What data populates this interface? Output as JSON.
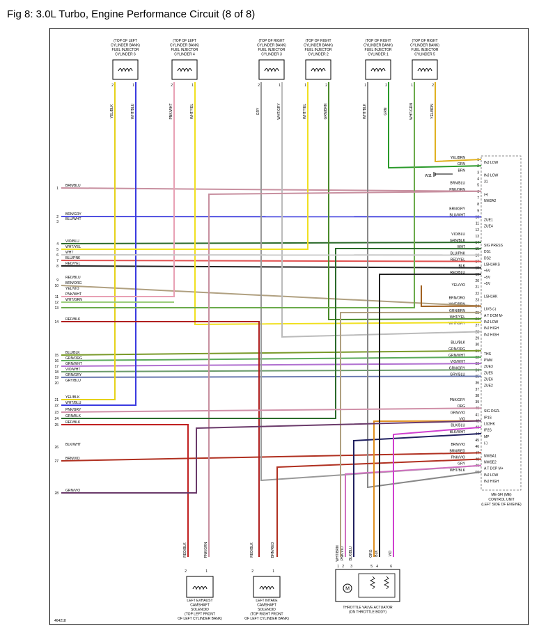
{
  "title": "Fig 8: 3.0L Turbo, Engine Performance Circuit (8 of 8)",
  "figure_number": "464218",
  "injectors": [
    {
      "lines": [
        "(TOP OF LEFT",
        "CYLINDER BANK)",
        "FUEL INJECTOR",
        "CYLINDER 6"
      ],
      "wires": [
        {
          "pin": "2",
          "color": "YEL/BLK",
          "stroke": "#e6d21a"
        },
        {
          "pin": "1",
          "color": "WHT/BLU",
          "stroke": "#3a3ae0"
        }
      ]
    },
    {
      "lines": [
        "(TOP OF LEFT",
        "CYLINDER BANK)",
        "FUEL INJECTOR",
        "CYLINDER 4"
      ],
      "wires": [
        {
          "pin": "2",
          "color": "PNK/WHT",
          "stroke": "#e8a0b4"
        },
        {
          "pin": "1",
          "color": "WHT/YEL",
          "stroke": "#f0e020"
        }
      ]
    },
    {
      "lines": [
        "(TOP OF RIGHT",
        "CYLINDER BANK)",
        "FUEL INJECTOR",
        "CYLINDER 3"
      ],
      "wires": [
        {
          "pin": "2",
          "color": "GRY",
          "stroke": "#999999"
        },
        {
          "pin": "1",
          "color": "WHT/GRY",
          "stroke": "#bbbbbb"
        }
      ]
    },
    {
      "lines": [
        "(TOP OF RIGHT",
        "CYLINDER BANK)",
        "FUEL INJECTOR",
        "CYLINDER 2"
      ],
      "wires": [
        {
          "pin": "1",
          "color": "WHT/YEL",
          "stroke": "#f0e020"
        },
        {
          "pin": "2",
          "color": "GRN/BRN",
          "stroke": "#4a8a2a"
        }
      ]
    },
    {
      "lines": [
        "(TOP OF RIGHT",
        "CYLINDER BANK)",
        "FUEL INJECTOR",
        "CYLINDER 1"
      ],
      "wires": [
        {
          "pin": "1",
          "color": "WHT/BLK",
          "stroke": "#888888"
        },
        {
          "pin": "2",
          "color": "GRN",
          "stroke": "#2a9a2a"
        }
      ]
    },
    {
      "lines": [
        "(TOP OF RIGHT",
        "CYLINDER BANK)",
        "FUEL INJECTOR",
        "CYLINDER 5"
      ],
      "wires": [
        {
          "pin": "1",
          "color": "WHT/GRN",
          "stroke": "#6aaa4a"
        },
        {
          "pin": "2",
          "color": "YEL/BRN",
          "stroke": "#e0b020"
        }
      ]
    }
  ],
  "left_pins": [
    {
      "num": "1",
      "label": "BRN/BLU",
      "stroke": "#303080"
    },
    {
      "num": "2",
      "label": "BRN/GRY",
      "stroke": "#6b5a3a"
    },
    {
      "num": "3",
      "label": "BLU/WHT",
      "stroke": "#5050e0"
    },
    {
      "num": "4",
      "label": "VIO/BLU",
      "stroke": "#5a2ab0"
    },
    {
      "num": "5",
      "label": "WHT/YEL",
      "stroke": "#f0e020"
    },
    {
      "num": "6",
      "label": "WHT",
      "stroke": "#c8c8c8"
    },
    {
      "num": "7",
      "label": "BLU/PNK",
      "stroke": "#6060d0"
    },
    {
      "num": "8",
      "label": "RED/YEL",
      "stroke": "#e05050"
    },
    {
      "num": "9",
      "label": "RED/BLU",
      "stroke": "#b03040"
    },
    {
      "num": "10",
      "label": "BRN/ORG",
      "stroke": "#a06020"
    },
    {
      "num": "",
      "label": "YEL/VIO",
      "stroke": "#e0d030"
    },
    {
      "num": "11",
      "label": "PNK/WHT",
      "stroke": "#e8a0b4"
    },
    {
      "num": "12",
      "label": "WHT/GRN",
      "stroke": "#9acd7a"
    },
    {
      "num": "13",
      "label": "",
      "stroke": ""
    },
    {
      "num": "14",
      "label": "RED/BLK",
      "stroke": "#b02020"
    },
    {
      "num": "15",
      "label": "BLU/BLK",
      "stroke": "#202080"
    },
    {
      "num": "16",
      "label": "GRN/ORG",
      "stroke": "#7a9a2a"
    },
    {
      "num": "17",
      "label": "GRN/WHT",
      "stroke": "#5aaa5a"
    },
    {
      "num": "18",
      "label": "VIO/WHT",
      "stroke": "#b070d0"
    },
    {
      "num": "19",
      "label": "GRN/GRY",
      "stroke": "#6a9a6a"
    },
    {
      "num": "20",
      "label": "GRY/BLU",
      "stroke": "#6a7ab0"
    },
    {
      "num": "21",
      "label": "YEL/BLK",
      "stroke": "#e6d21a"
    },
    {
      "num": "22",
      "label": "WHT/BLU",
      "stroke": "#3a3ae0"
    },
    {
      "num": "23",
      "label": "PNK/GRY",
      "stroke": "#d090a8"
    },
    {
      "num": "24",
      "label": "GRN/BLK",
      "stroke": "#2a6a2a"
    },
    {
      "num": "25",
      "label": "RED/BLK",
      "stroke": "#c02020"
    },
    {
      "num": "26",
      "label": "BLK/WHT",
      "stroke": "#555555"
    },
    {
      "num": "27",
      "label": "BRN/VIO",
      "stroke": "#8a2a5a"
    },
    {
      "num": "28",
      "label": "GRN/VIO",
      "stroke": "#6a3a6a"
    }
  ],
  "ecu": {
    "label_lines": [
      "ME-SFI (ME)",
      "CONTROL UNIT",
      "(LEFT SIDE OF ENGINE)"
    ],
    "ground_label": "W11",
    "pins": [
      {
        "n": "1",
        "wire": "YEL/BRN",
        "fn": "INJ LOW",
        "stroke": "#e0b020"
      },
      {
        "n": "2",
        "wire": "GRN",
        "fn": "",
        "stroke": "#2a9a2a"
      },
      {
        "n": "3",
        "wire": "BRN",
        "fn": "INJ LOW",
        "stroke": "#8a5a2a"
      },
      {
        "n": "4",
        "wire": "",
        "fn": "31",
        "stroke": ""
      },
      {
        "n": "5",
        "wire": "BRN/BLU",
        "fn": "",
        "stroke": "#303080"
      },
      {
        "n": "6",
        "wire": "PNK/GRN",
        "fn": "(+)",
        "stroke": "#c890a0"
      },
      {
        "n": "7",
        "wire": "",
        "fn": "NW2A2",
        "stroke": ""
      },
      {
        "n": "8",
        "wire": "",
        "fn": "",
        "stroke": ""
      },
      {
        "n": "9",
        "wire": "BRN/GRY",
        "fn": "",
        "stroke": "#6b5a3a"
      },
      {
        "n": "10",
        "wire": "BLU/WHT",
        "fn": "ZUE1",
        "stroke": "#5050e0"
      },
      {
        "n": "11",
        "wire": "",
        "fn": "ZUE4",
        "stroke": ""
      },
      {
        "n": "12",
        "wire": "",
        "fn": "",
        "stroke": ""
      },
      {
        "n": "13",
        "wire": "VIO/BLU",
        "fn": "",
        "stroke": "#5a2ab0"
      },
      {
        "n": "14",
        "wire": "GRN/BLK",
        "fn": "SIG PRESS",
        "stroke": "#2a6a2a"
      },
      {
        "n": "15",
        "wire": "WHT",
        "fn": "DS1",
        "stroke": "#c8c8c8"
      },
      {
        "n": "16",
        "wire": "BLU/PNK",
        "fn": "DS2",
        "stroke": "#6060d0"
      },
      {
        "n": "17",
        "wire": "RED/YEL",
        "fn": "LSH1HKS",
        "stroke": "#e05050"
      },
      {
        "n": "18",
        "wire": "BLK",
        "fn": "+5V",
        "stroke": "#222222"
      },
      {
        "n": "19",
        "wire": "RED/BLU",
        "fn": "+5V",
        "stroke": "#b03040"
      },
      {
        "n": "20",
        "wire": "",
        "fn": "+5V",
        "stroke": ""
      },
      {
        "n": "21",
        "wire": "YEL/VIO",
        "fn": "",
        "stroke": "#e0d030"
      },
      {
        "n": "22",
        "wire": "",
        "fn": "LSH1HK",
        "stroke": ""
      },
      {
        "n": "23",
        "wire": "BRN/ORG",
        "fn": "",
        "stroke": "#a06020"
      },
      {
        "n": "24",
        "wire": "WHT/BRN",
        "fn": "LIVS (-)",
        "stroke": "#b0a080"
      },
      {
        "n": "25",
        "wire": "GRN/BRN",
        "fn": "A T DCM M-",
        "stroke": "#4a8a2a"
      },
      {
        "n": "26",
        "wire": "WHT/YEL",
        "fn": "INJ LOW",
        "stroke": "#f0e020"
      },
      {
        "n": "27",
        "wire": "WHT/GRY",
        "fn": "INJ HIGH",
        "stroke": "#bbbbbb"
      },
      {
        "n": "28",
        "wire": "",
        "fn": "INJ HIGH",
        "stroke": ""
      },
      {
        "n": "29",
        "wire": "",
        "fn": "",
        "stroke": ""
      },
      {
        "n": "30",
        "wire": "BLU/BLK",
        "fn": "",
        "stroke": "#202080"
      },
      {
        "n": "31",
        "wire": "GRN/ORG",
        "fn": "THS",
        "stroke": "#7a9a2a"
      },
      {
        "n": "32",
        "wire": "GRN/WHT",
        "fn": "PWM",
        "stroke": "#5aaa5a"
      },
      {
        "n": "33",
        "wire": "VIO/WHT",
        "fn": "ZUE3",
        "stroke": "#b070d0"
      },
      {
        "n": "34",
        "wire": "GRN/GRY",
        "fn": "ZUE5",
        "stroke": "#6a9a6a"
      },
      {
        "n": "35",
        "wire": "GRY/BLU",
        "fn": "ZUE6",
        "stroke": "#6a7ab0"
      },
      {
        "n": "36",
        "wire": "",
        "fn": "ZUE2",
        "stroke": ""
      },
      {
        "n": "37",
        "wire": "",
        "fn": "",
        "stroke": ""
      },
      {
        "n": "38",
        "wire": "",
        "fn": "",
        "stroke": ""
      },
      {
        "n": "39",
        "wire": "PNK/GRY",
        "fn": "",
        "stroke": "#d090a8"
      },
      {
        "n": "40",
        "wire": "ORG",
        "fn": "SIG DSZL",
        "stroke": "#e09020"
      },
      {
        "n": "41",
        "wire": "GRN/VIO",
        "fn": "IP1S",
        "stroke": "#6a3a6a"
      },
      {
        "n": "42",
        "wire": "VIO",
        "fn": "LS2HK",
        "stroke": "#d040d0"
      },
      {
        "n": "43",
        "wire": "BLK/BLU",
        "fn": "IP2S",
        "stroke": "#202060"
      },
      {
        "n": "44",
        "wire": "BLK/WHT",
        "fn": "MP",
        "stroke": "#555555"
      },
      {
        "n": "45",
        "wire": "",
        "fn": "(-)",
        "stroke": ""
      },
      {
        "n": "46",
        "wire": "BRN/VIO",
        "fn": "",
        "stroke": "#8a2a5a"
      },
      {
        "n": "47",
        "wire": "BRN/RED",
        "fn": "NWSA1",
        "stroke": "#b03020"
      },
      {
        "n": "48",
        "wire": "PNK/VIO",
        "fn": "NWSE2",
        "stroke": "#d070c0"
      },
      {
        "n": "49",
        "wire": "GRY",
        "fn": "A T DCP M+",
        "stroke": "#999999"
      },
      {
        "n": "50",
        "wire": "WHT/BLK",
        "fn": "INJ LOW",
        "stroke": "#888888"
      },
      {
        "n": "",
        "wire": "",
        "fn": "INJ HIGH",
        "stroke": ""
      }
    ]
  },
  "bottom_components": [
    {
      "lines": [
        "LEFT EXHAUST",
        "CAMSHAFT",
        "SOLENOID",
        "(TOP LEFT FRONT",
        "OF LEFT CYLINDER BANK)"
      ],
      "wires": [
        {
          "pin": "2",
          "color": "RED/BLK",
          "stroke": "#c02020"
        },
        {
          "pin": "1",
          "color": "PNK/GRN",
          "stroke": "#c890a0"
        }
      ]
    },
    {
      "lines": [
        "LEFT INTAKE",
        "CAMSHAFT",
        "SOLENOID",
        "(TOP RIGHT FRONT",
        "OF LEFT CYLINDER BANK)"
      ],
      "wires": [
        {
          "pin": "2",
          "color": "RED/BLK",
          "stroke": "#b02020"
        },
        {
          "pin": "1",
          "color": "BRN/RED",
          "stroke": "#b03020"
        }
      ]
    }
  ],
  "throttle": {
    "lines": [
      "THROTTLE VALVE ACTUATOR",
      "(ON THROTTLE BODY)"
    ],
    "motor_symbol": "M",
    "wires": [
      {
        "pin": "1",
        "color": "WHT/BRN",
        "stroke": "#b0a080"
      },
      {
        "pin": "2",
        "color": "PNK/VIO",
        "stroke": "#d070c0"
      },
      {
        "pin": "3",
        "color": "BLK/BLU",
        "stroke": "#202060"
      },
      {
        "pin": "5",
        "color": "ORG",
        "stroke": "#e09020"
      },
      {
        "pin": "4",
        "color": "BLK",
        "stroke": "#222222"
      },
      {
        "pin": "6",
        "color": "VIO",
        "stroke": "#d040d0"
      }
    ]
  }
}
